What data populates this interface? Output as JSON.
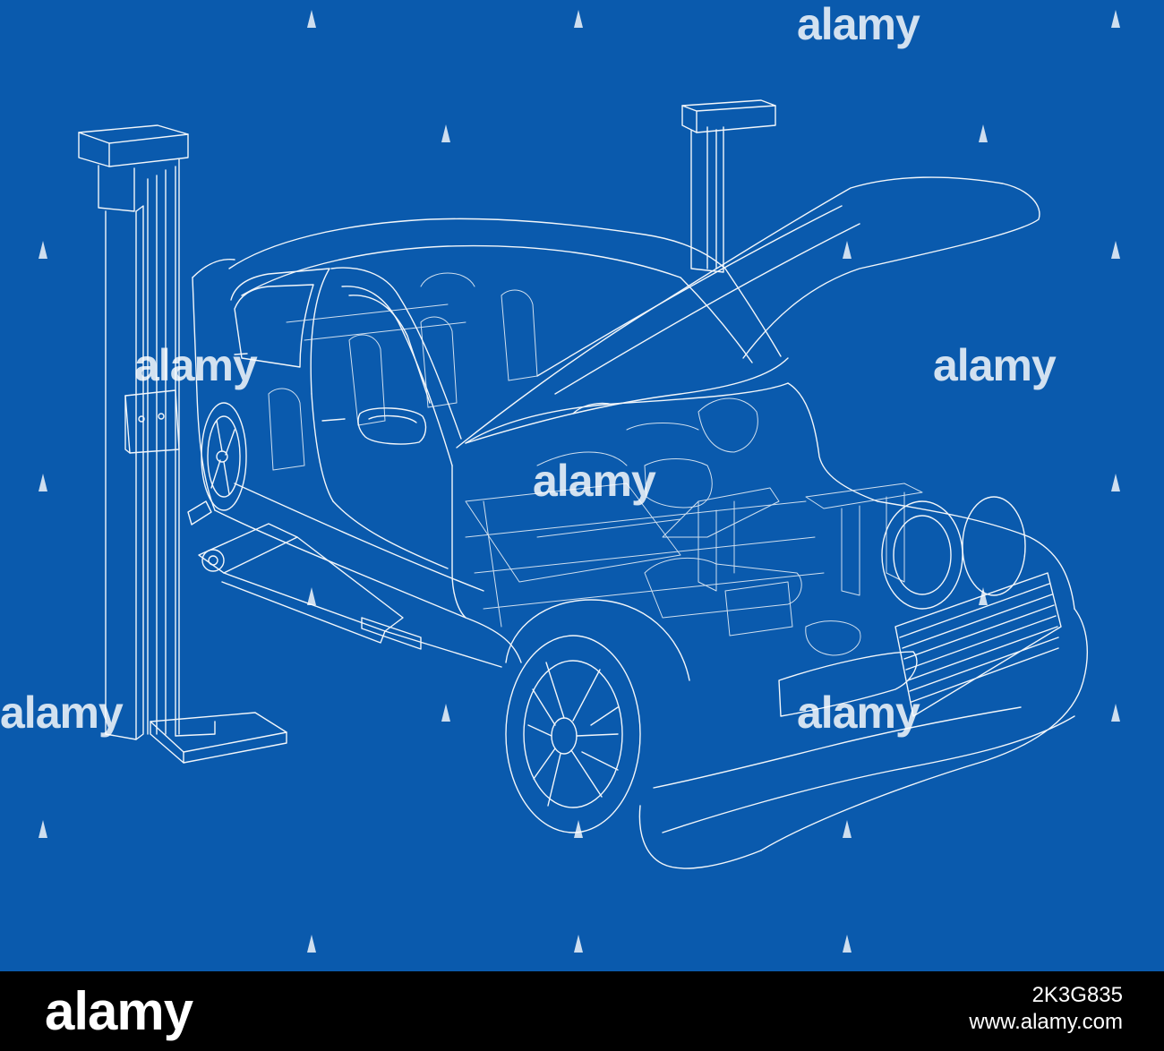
{
  "image": {
    "background_color": "#0a5aad",
    "line_color": "#ffffff",
    "watermark_text": "alamy"
  },
  "footer": {
    "logo": "alamy",
    "image_id": "2K3G835",
    "site": "www.alamy.com"
  }
}
